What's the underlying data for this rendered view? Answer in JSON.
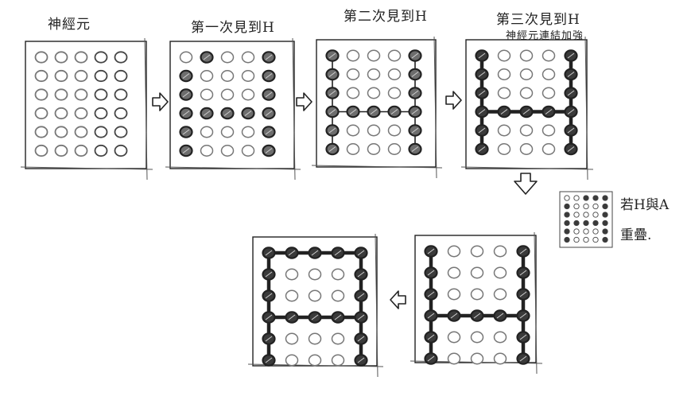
{
  "labels": {
    "panel_1": "神經元",
    "panel_2": "第一次見到H",
    "panel_3": "第二次見到H",
    "panel_4_line1": "第三次見到H",
    "panel_4_line2": "神經元連結加強"
  },
  "note": {
    "line1": "若H與A",
    "line2": "重疊."
  },
  "grid": {
    "rows": 6,
    "cols": 5
  },
  "colors": {
    "ink": "#222222",
    "dark": "#3a3a3a",
    "mid": "#6d6d6d",
    "light": "#bdbdbd"
  },
  "panels": [
    {
      "id": "neurons",
      "active": []
    },
    {
      "id": "first-h",
      "active": [
        [
          0,
          1
        ],
        [
          0,
          4
        ],
        [
          1,
          0
        ],
        [
          1,
          4
        ],
        [
          2,
          0
        ],
        [
          2,
          4
        ],
        [
          3,
          0
        ],
        [
          3,
          1
        ],
        [
          3,
          2
        ],
        [
          3,
          3
        ],
        [
          3,
          4
        ],
        [
          4,
          0
        ],
        [
          4,
          4
        ],
        [
          5,
          0
        ],
        [
          5,
          4
        ]
      ]
    },
    {
      "id": "second-h",
      "active": [
        [
          0,
          0
        ],
        [
          0,
          4
        ],
        [
          1,
          0
        ],
        [
          1,
          4
        ],
        [
          2,
          0
        ],
        [
          2,
          4
        ],
        [
          3,
          0
        ],
        [
          3,
          1
        ],
        [
          3,
          2
        ],
        [
          3,
          3
        ],
        [
          3,
          4
        ],
        [
          4,
          0
        ],
        [
          4,
          4
        ],
        [
          5,
          0
        ],
        [
          5,
          4
        ]
      ]
    },
    {
      "id": "third-h",
      "active": [
        [
          0,
          0
        ],
        [
          0,
          4
        ],
        [
          1,
          0
        ],
        [
          1,
          4
        ],
        [
          2,
          0
        ],
        [
          2,
          4
        ],
        [
          3,
          0
        ],
        [
          3,
          1
        ],
        [
          3,
          2
        ],
        [
          3,
          3
        ],
        [
          3,
          4
        ],
        [
          4,
          0
        ],
        [
          4,
          4
        ],
        [
          5,
          0
        ],
        [
          5,
          4
        ]
      ]
    },
    {
      "id": "h-reinforced",
      "active": [
        [
          0,
          0
        ],
        [
          0,
          4
        ],
        [
          1,
          0
        ],
        [
          1,
          4
        ],
        [
          2,
          0
        ],
        [
          2,
          4
        ],
        [
          3,
          0
        ],
        [
          3,
          1
        ],
        [
          3,
          2
        ],
        [
          3,
          3
        ],
        [
          3,
          4
        ],
        [
          4,
          0
        ],
        [
          4,
          4
        ],
        [
          5,
          0
        ],
        [
          5,
          4
        ]
      ]
    },
    {
      "id": "h-a-overlap",
      "active": [
        [
          0,
          0
        ],
        [
          0,
          1
        ],
        [
          0,
          2
        ],
        [
          0,
          3
        ],
        [
          0,
          4
        ],
        [
          1,
          0
        ],
        [
          1,
          4
        ],
        [
          2,
          0
        ],
        [
          2,
          4
        ],
        [
          3,
          0
        ],
        [
          3,
          1
        ],
        [
          3,
          2
        ],
        [
          3,
          3
        ],
        [
          3,
          4
        ],
        [
          4,
          0
        ],
        [
          4,
          4
        ],
        [
          5,
          0
        ],
        [
          5,
          4
        ]
      ]
    }
  ],
  "mini_grid": {
    "rows": 6,
    "cols": 5,
    "dark": [
      [
        0,
        2
      ],
      [
        0,
        3
      ],
      [
        0,
        4
      ],
      [
        1,
        0
      ],
      [
        1,
        4
      ],
      [
        2,
        0
      ],
      [
        2,
        4
      ],
      [
        3,
        0
      ],
      [
        3,
        1
      ],
      [
        3,
        2
      ],
      [
        3,
        3
      ],
      [
        3,
        4
      ],
      [
        4,
        0
      ],
      [
        4,
        4
      ],
      [
        5,
        0
      ],
      [
        5,
        4
      ]
    ]
  },
  "arrows": [
    "right",
    "right",
    "right",
    "down",
    "left"
  ]
}
